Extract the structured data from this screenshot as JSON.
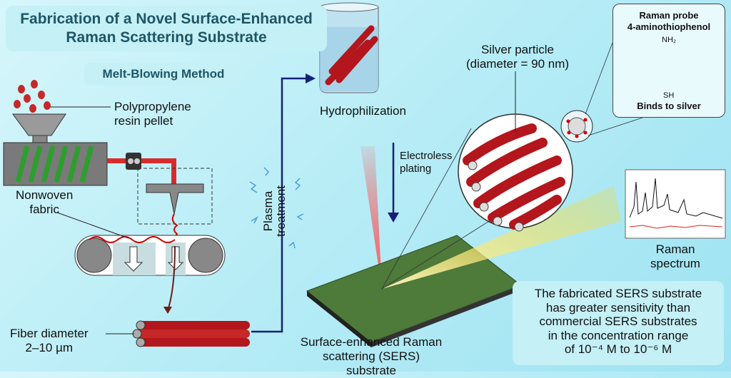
{
  "title": {
    "line1": "Fabrication of a Novel Surface-Enhanced",
    "line2": "Raman Scattering Substrate"
  },
  "method": "Melt-Blowing Method",
  "labels": {
    "pellet_1": "Polypropylene",
    "pellet_2": "resin pellet",
    "nonwoven_1": "Nonwoven",
    "nonwoven_2": "fabric",
    "fiber_1": "Fiber diameter",
    "fiber_2": "2–10 µm",
    "plasma_1": "Plasma",
    "plasma_2": "treatment",
    "hydrophilization": "Hydrophilization",
    "electroless_1": "Electroless",
    "electroless_2": "plating",
    "silver_1": "Silver particle",
    "silver_2": "(diameter = 90 nm)",
    "sers_1": "Surface-enhanced Raman",
    "sers_2": "scattering (SERS) substrate",
    "spectrum_1": "Raman",
    "spectrum_2": "spectrum"
  },
  "probe": {
    "title_1": "Raman probe",
    "title_2": "4-aminothiophenol",
    "group_top": "NH₂",
    "group_bottom": "SH",
    "footer": "Binds to silver"
  },
  "result": {
    "line1": "The fabricated SERS substrate",
    "line2": "has greater sensitivity than",
    "line3": "commercial SERS substrates",
    "line4": "in the concentration range",
    "line5": "of 10⁻⁴ M to 10⁻⁶ M"
  },
  "colors": {
    "accent": "#1e5666",
    "fiber": "#b3161c",
    "arrow": "#14217a",
    "substrate": "#4e7a3a"
  }
}
